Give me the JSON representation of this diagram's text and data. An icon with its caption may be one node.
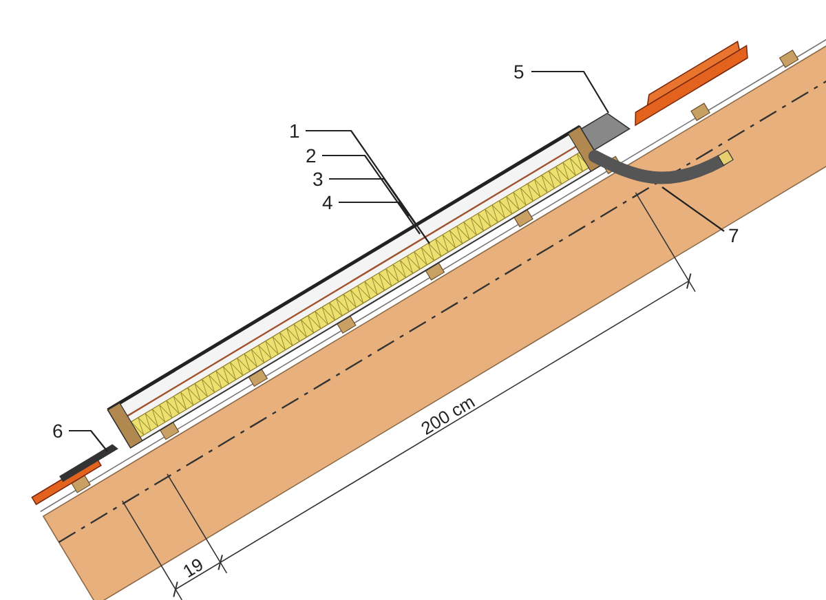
{
  "diagram": {
    "nodes": [
      {
        "text": [
          "1"
        ]
      },
      {
        "text": [
          "2"
        ]
      },
      {
        "text": [
          "3"
        ]
      },
      {
        "text": [
          "4"
        ]
      },
      {
        "text": [
          "5"
        ]
      },
      {
        "text": [
          "6"
        ]
      },
      {
        "text": [
          "7"
        ]
      }
    ],
    "edges": [
      {
        "from": 0,
        "to": null,
        "arrow": "none"
      },
      {
        "from": 1,
        "to": null,
        "arrow": "none"
      },
      {
        "from": 2,
        "to": null,
        "arrow": "none"
      },
      {
        "from": 3,
        "to": null,
        "arrow": "none"
      },
      {
        "from": 4,
        "to": null,
        "arrow": "none"
      },
      {
        "from": 5,
        "to": null,
        "arrow": "none"
      },
      {
        "from": 6,
        "to": null,
        "arrow": "none"
      }
    ],
    "labels": [
      "200 cm",
      "19"
    ]
  }
}
